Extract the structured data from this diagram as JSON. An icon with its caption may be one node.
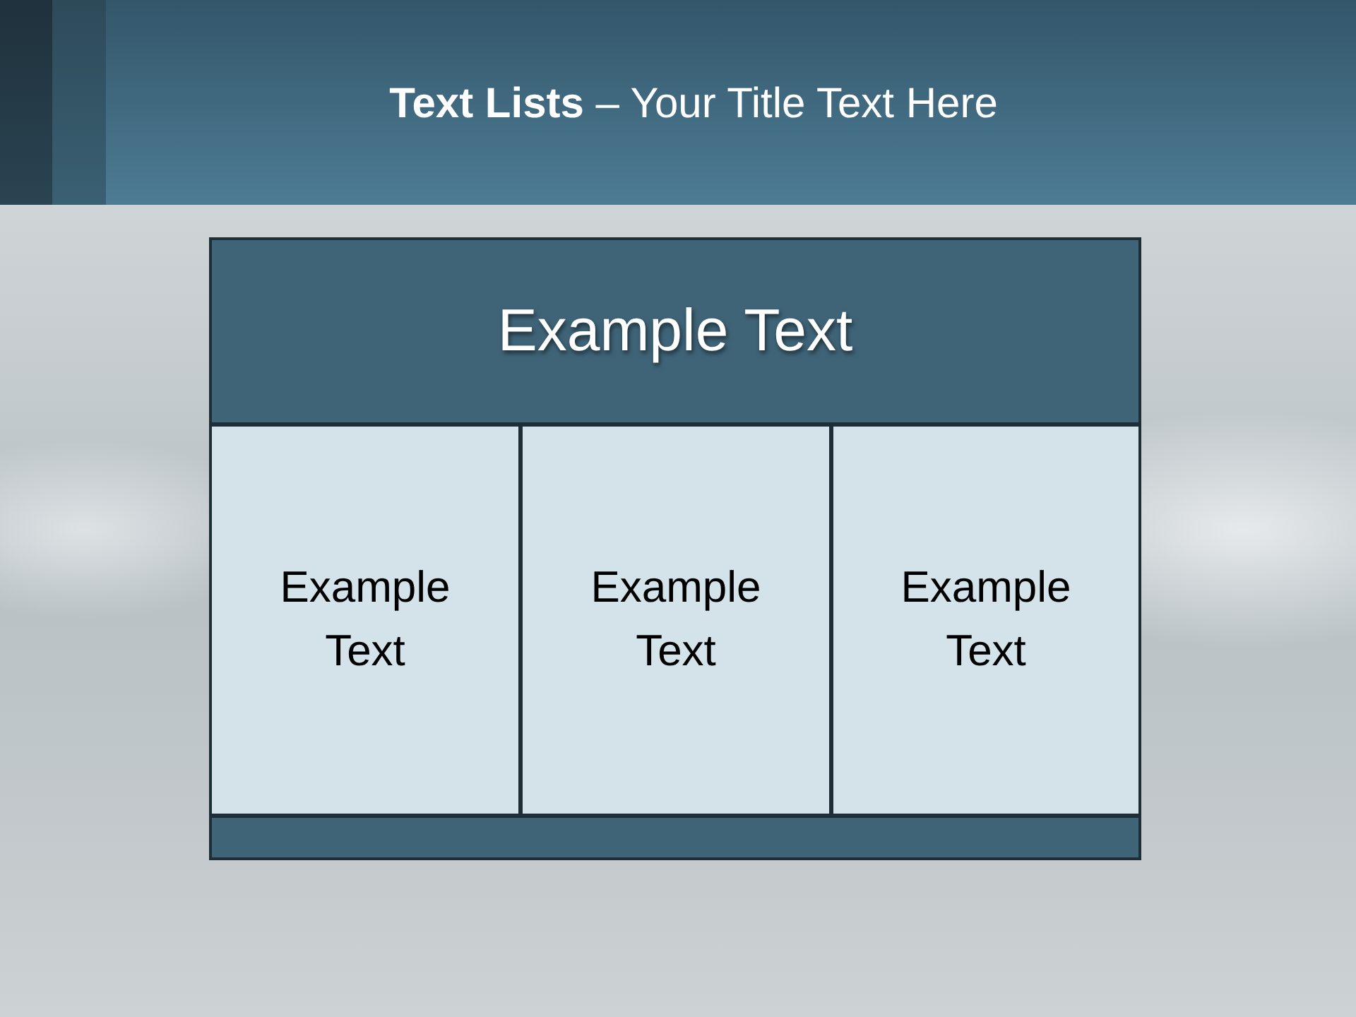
{
  "diagram": {
    "title": "**Text Lists** – Your Title Text Here",
    "nodes": [
      {
        "text": [
          "Example Text"
        ]
      },
      {
        "text": [
          "Example Text"
        ]
      },
      {
        "text": [
          "Example Text"
        ]
      },
      {
        "text": [
          "Example Text"
        ]
      },
      {
        "text": [],
        "shape": "bar"
      }
    ]
  }
}
